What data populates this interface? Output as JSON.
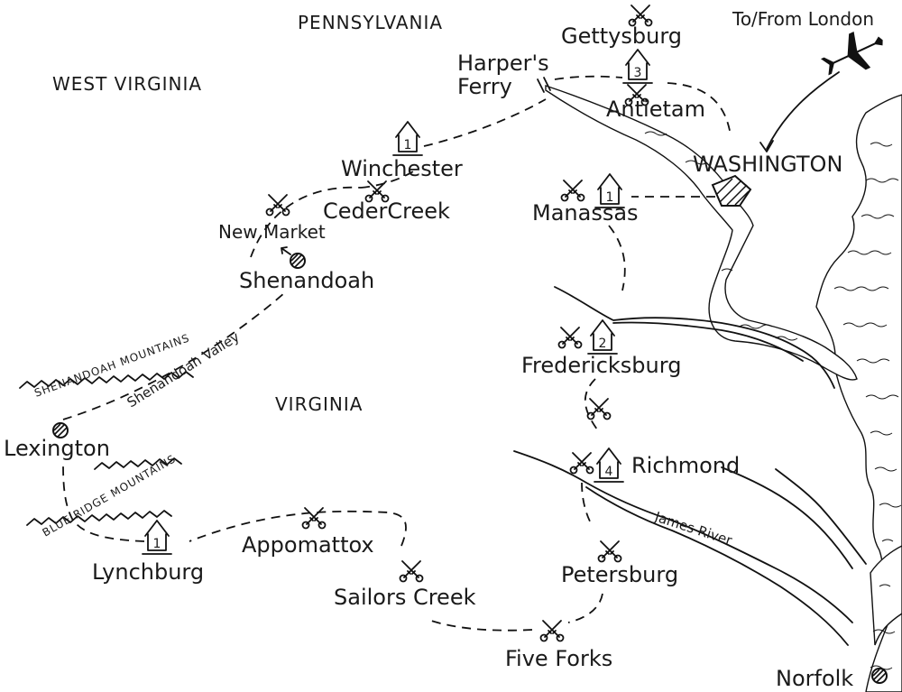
{
  "regions": {
    "pennsylvania": "PENNSYLVANIA",
    "west_virginia": "WEST VIRGINIA",
    "virginia": "VIRGINIA"
  },
  "places": {
    "gettysburg": "Gettysburg",
    "harpers_ferry_line1": "Harper's",
    "harpers_ferry_line2": "Ferry",
    "antietam": "Antietam",
    "washington": "WASHINGTON",
    "winchester": "Winchester",
    "cedar_creek": "CederCreek",
    "new_market": "New Market",
    "shenandoah": "Shenandoah",
    "manassas": "Manassas",
    "fredericksburg": "Fredericksburg",
    "richmond": "Richmond",
    "lexington": "Lexington",
    "lynchburg": "Lynchburg",
    "appomattox": "Appomattox",
    "sailors_creek": "Sailors Creek",
    "petersburg": "Petersburg",
    "five_forks": "Five Forks",
    "norfolk": "Norfolk"
  },
  "features": {
    "to_from_london": "To/From London",
    "shenandoah_mountains": "SHENANDOAH MOUNTAINS",
    "shenandoah_valley": "Shenandoah Valley",
    "blue_ridge_mountains": "BLUE RIDGE MOUNTAINS",
    "james_river": "James River"
  },
  "overnight_stays": {
    "gettysburg": "3",
    "winchester": "1",
    "manassas": "1",
    "fredericksburg": "2",
    "richmond": "4",
    "lynchburg": "1"
  },
  "icons": {
    "battlefield": "crossed-swords-icon",
    "hotel": "house-icon",
    "town": "hatched-circle-icon",
    "flight": "airplane-icon"
  }
}
